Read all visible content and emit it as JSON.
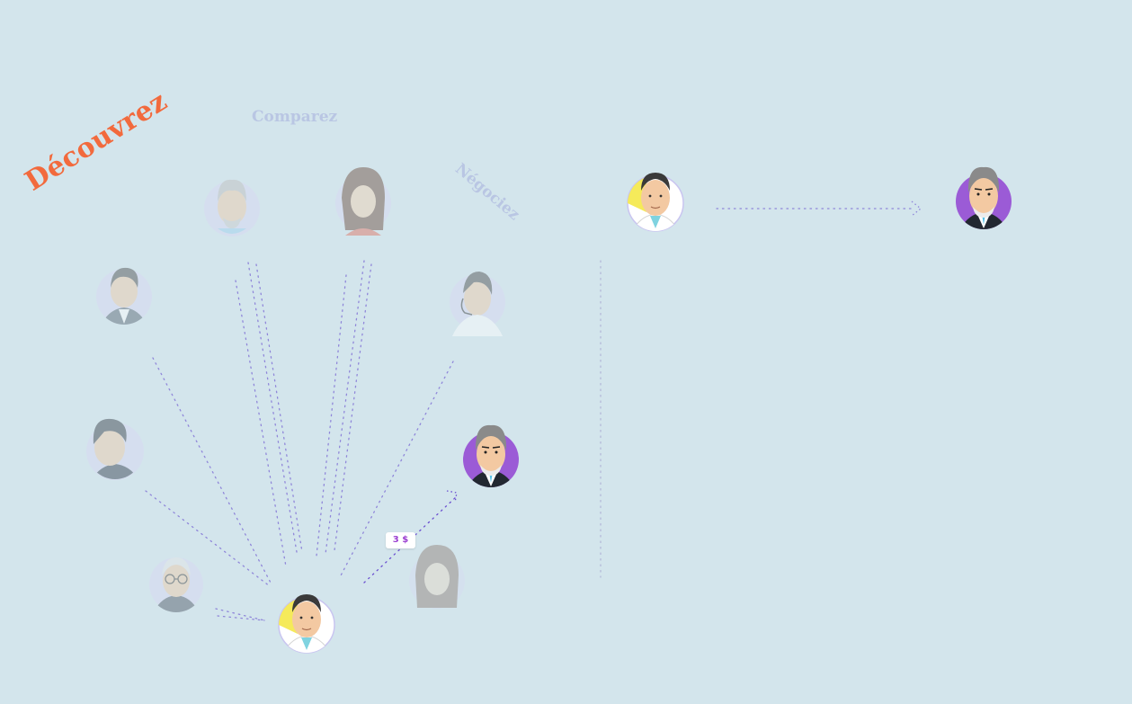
{
  "labels": {
    "discover": "Découvrez",
    "compare": "Comparez",
    "negotiate": "Négociez"
  },
  "price_tag": "3 $",
  "colors": {
    "background": "#d3e5ec",
    "discover": "#f26a3d",
    "step_label": "#b9c6e3",
    "connector": "#8f86d9",
    "price_text": "#9b3fd1",
    "patient_accent": "#f5ea5a",
    "doctor_accent": "#9b5bd6"
  },
  "icons": {
    "patient": "patient-avatar-icon",
    "provider": "provider-avatar-icon",
    "selected_provider": "selected-provider-avatar-icon",
    "arrow": "arrow-right-icon"
  }
}
